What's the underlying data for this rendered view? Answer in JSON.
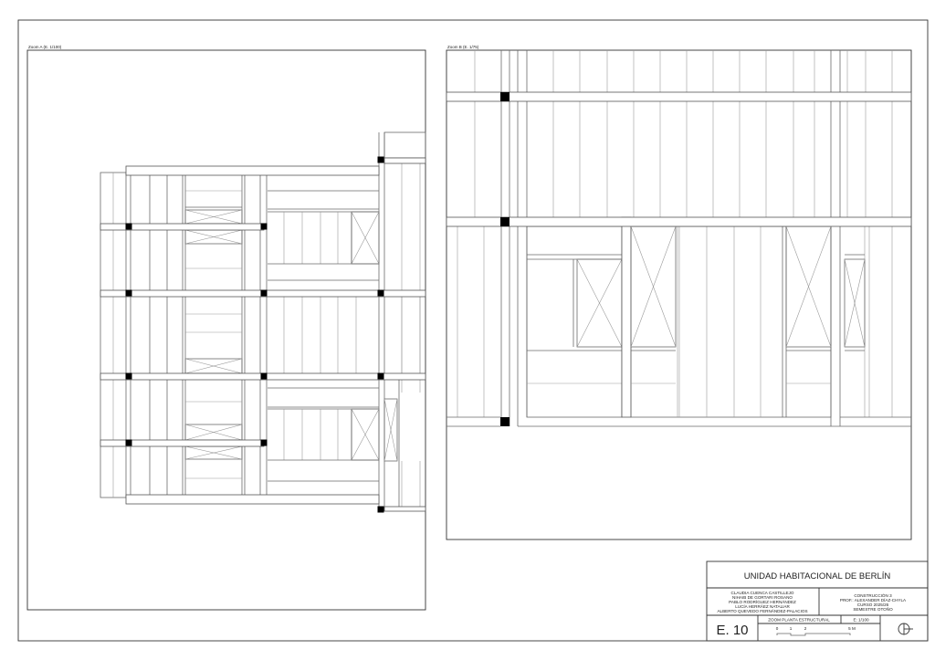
{
  "sheet": {
    "zoom_a_label": "Zoom A (E. 1/100)",
    "zoom_b_label": "Zoom B (E. 1/75)"
  },
  "title_block": {
    "project_title": "UNIDAD HABITACIONAL DE BERLÍN",
    "authors": [
      "CLAUDIA CUENCA CASTILLEJO",
      "NIHAIB DE GORTARI ROSANO",
      "PABLO RODRÍGUEZ HERNÁNDEZ",
      "LUCÍA HERRÁEZ NATALIAR",
      "ALBERTO QUEVEDO FERNÁNDEZ-PALACIOS"
    ],
    "course": [
      "CONSTRUCCIÓN 3",
      "PROF.: ALEXANDER DÍAZ-CHYLA",
      "CURSO 2025/26",
      "SEMESTRE OTOÑO"
    ],
    "sheet_number": "E. 10",
    "drawing_title": "ZOOM PLANTA ESTRUCTURAL",
    "scale": "E: 1/100",
    "scale_bar": [
      "0",
      "1",
      "2",
      "5 M"
    ],
    "north_symbol": "north-arrow-icon"
  }
}
